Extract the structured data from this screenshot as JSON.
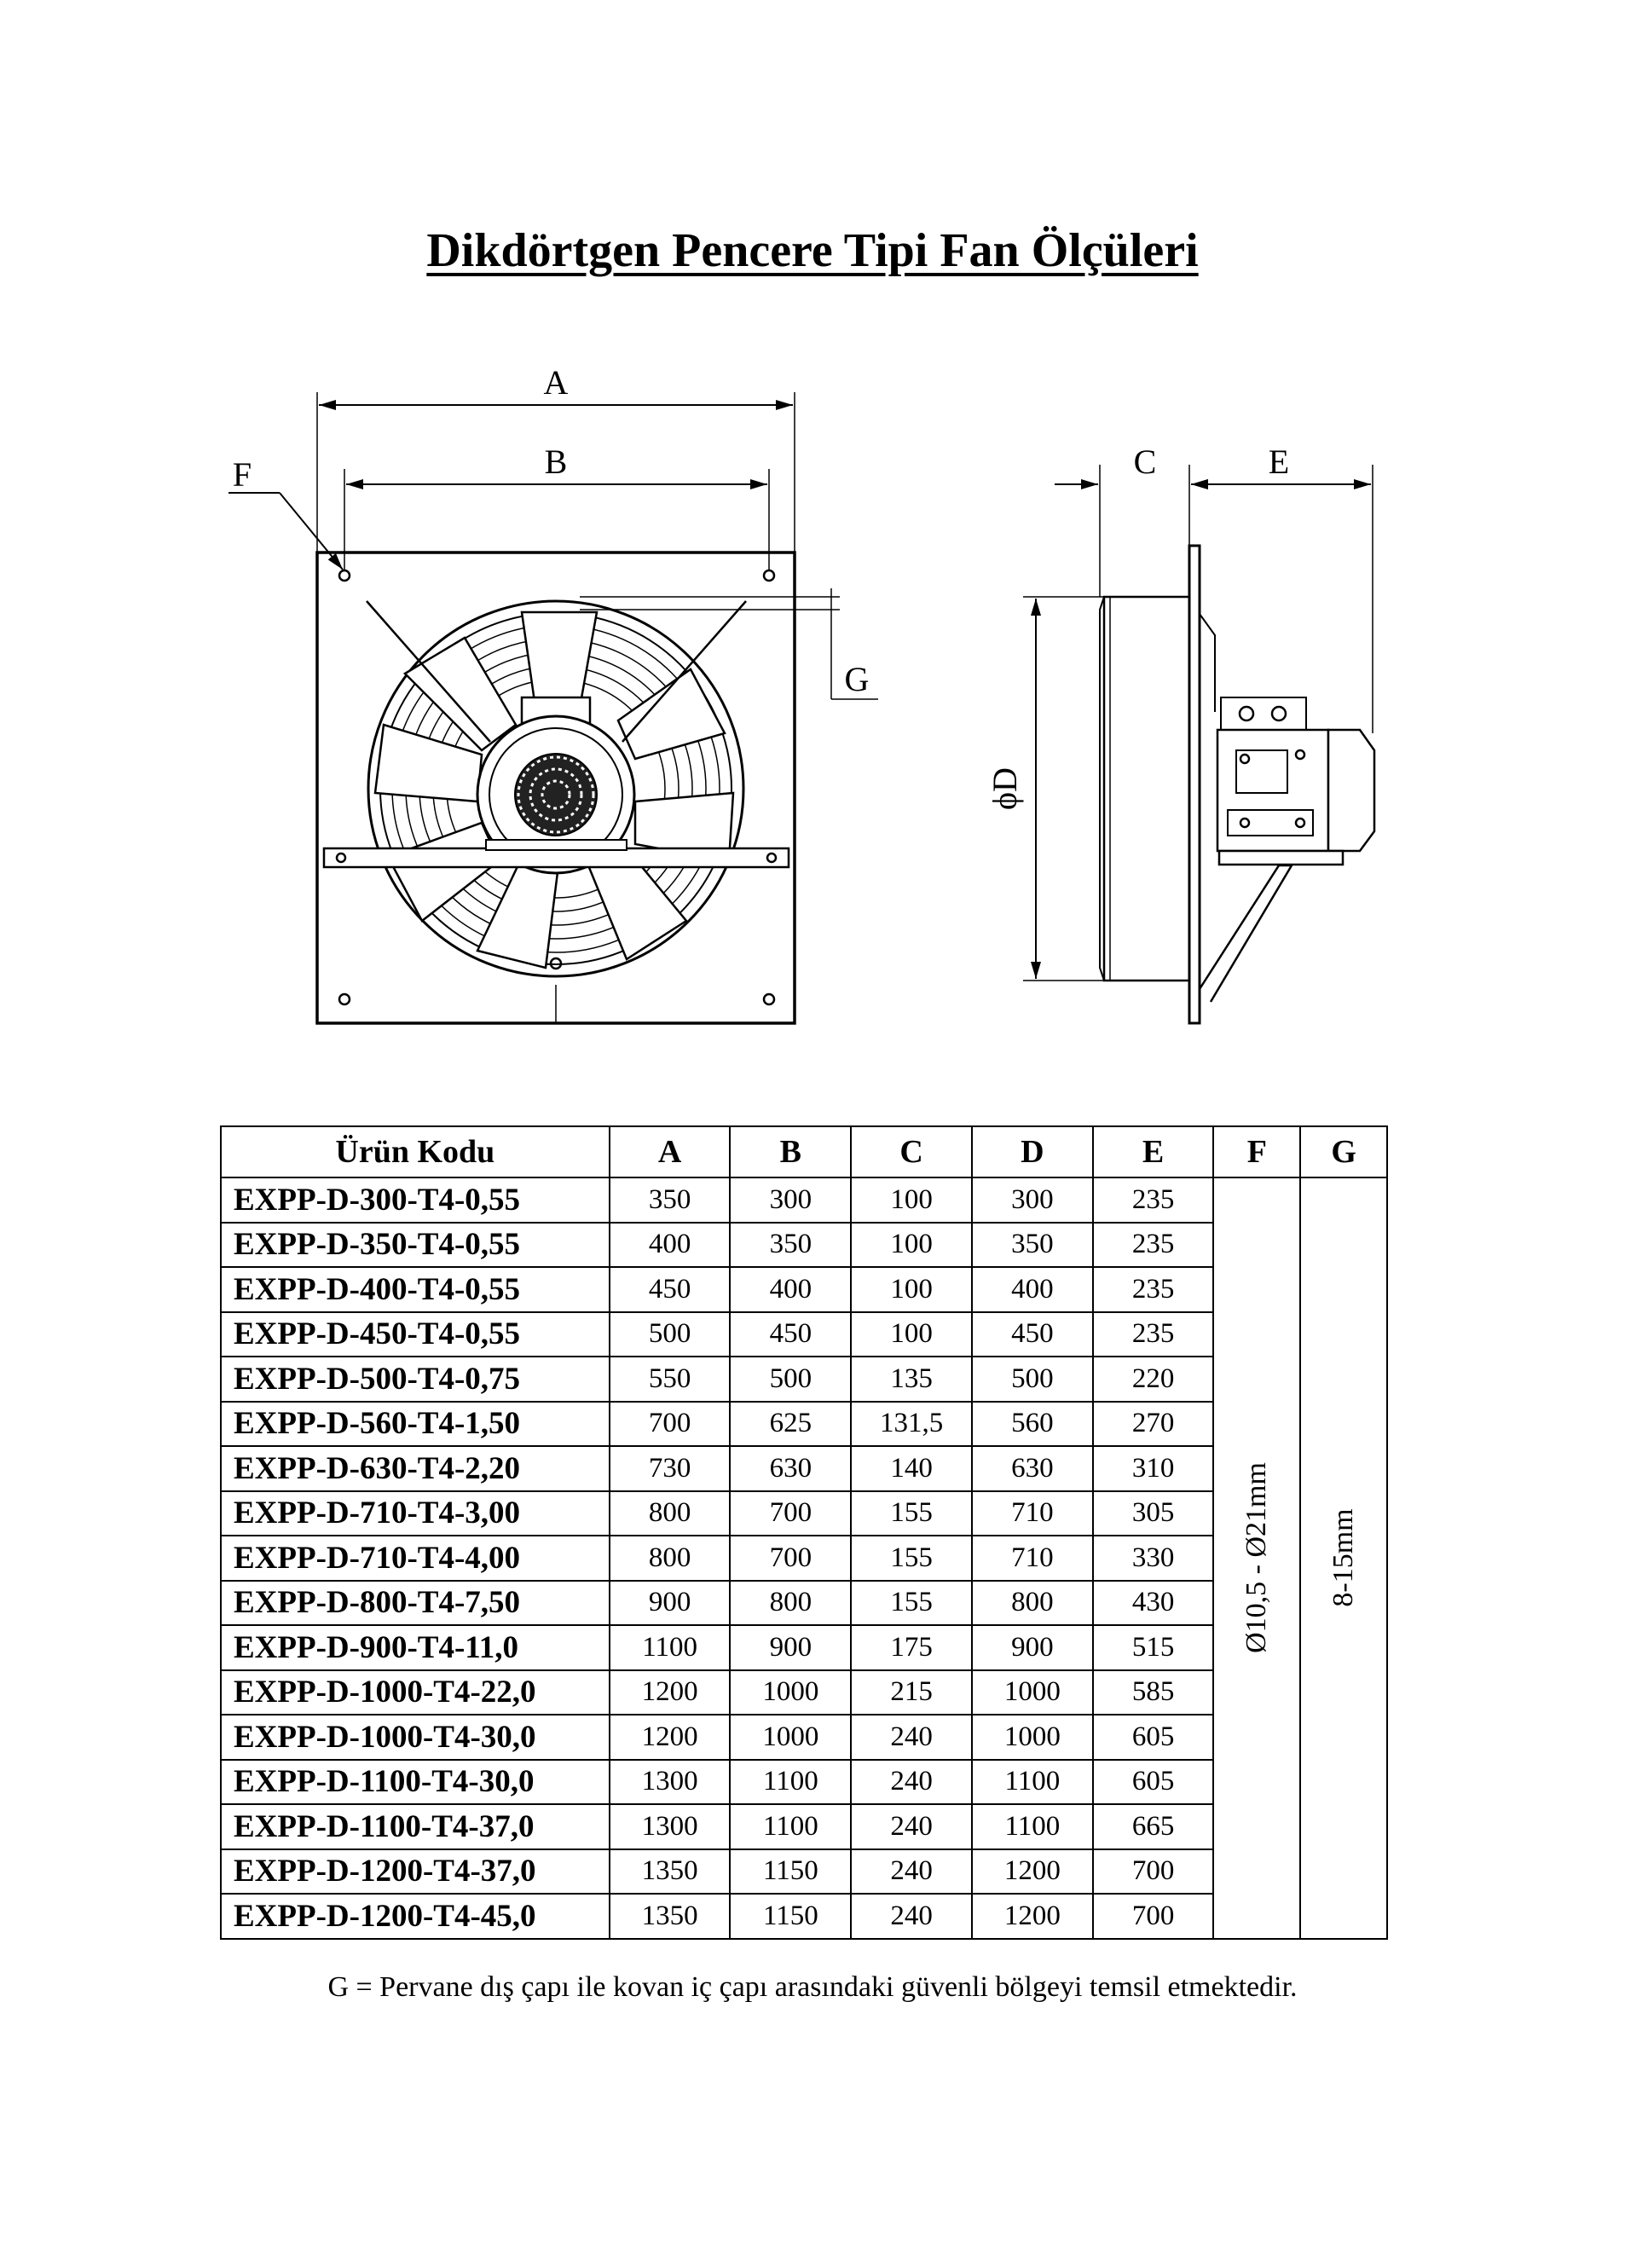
{
  "title": "Dikdörtgen Pencere Tipi Fan Ölçüleri",
  "drawing": {
    "labels": {
      "A": "A",
      "B": "B",
      "C": "C",
      "D": "ϕD",
      "E": "E",
      "F": "F",
      "G": "G"
    }
  },
  "table": {
    "headers": [
      "Ürün Kodu",
      "A",
      "B",
      "C",
      "D",
      "E",
      "F",
      "G"
    ],
    "rows": [
      [
        "EXPP-D-300-T4-0,55",
        "350",
        "300",
        "100",
        "300",
        "235"
      ],
      [
        "EXPP-D-350-T4-0,55",
        "400",
        "350",
        "100",
        "350",
        "235"
      ],
      [
        "EXPP-D-400-T4-0,55",
        "450",
        "400",
        "100",
        "400",
        "235"
      ],
      [
        "EXPP-D-450-T4-0,55",
        "500",
        "450",
        "100",
        "450",
        "235"
      ],
      [
        "EXPP-D-500-T4-0,75",
        "550",
        "500",
        "135",
        "500",
        "220"
      ],
      [
        "EXPP-D-560-T4-1,50",
        "700",
        "625",
        "131,5",
        "560",
        "270"
      ],
      [
        "EXPP-D-630-T4-2,20",
        "730",
        "630",
        "140",
        "630",
        "310"
      ],
      [
        "EXPP-D-710-T4-3,00",
        "800",
        "700",
        "155",
        "710",
        "305"
      ],
      [
        "EXPP-D-710-T4-4,00",
        "800",
        "700",
        "155",
        "710",
        "330"
      ],
      [
        "EXPP-D-800-T4-7,50",
        "900",
        "800",
        "155",
        "800",
        "430"
      ],
      [
        "EXPP-D-900-T4-11,0",
        "1100",
        "900",
        "175",
        "900",
        "515"
      ],
      [
        "EXPP-D-1000-T4-22,0",
        "1200",
        "1000",
        "215",
        "1000",
        "585"
      ],
      [
        "EXPP-D-1000-T4-30,0",
        "1200",
        "1000",
        "240",
        "1000",
        "605"
      ],
      [
        "EXPP-D-1100-T4-30,0",
        "1300",
        "1100",
        "240",
        "1100",
        "605"
      ],
      [
        "EXPP-D-1100-T4-37,0",
        "1300",
        "1100",
        "240",
        "1100",
        "665"
      ],
      [
        "EXPP-D-1200-T4-37,0",
        "1350",
        "1150",
        "240",
        "1200",
        "700"
      ],
      [
        "EXPP-D-1200-T4-45,0",
        "1350",
        "1150",
        "240",
        "1200",
        "700"
      ]
    ],
    "f_value": "Ø10,5 - Ø21mm",
    "g_value": "8-15mm"
  },
  "footnote": "G = Pervane dış çapı ile kovan iç çapı arasındaki güvenli bölgeyi temsil etmektedir."
}
